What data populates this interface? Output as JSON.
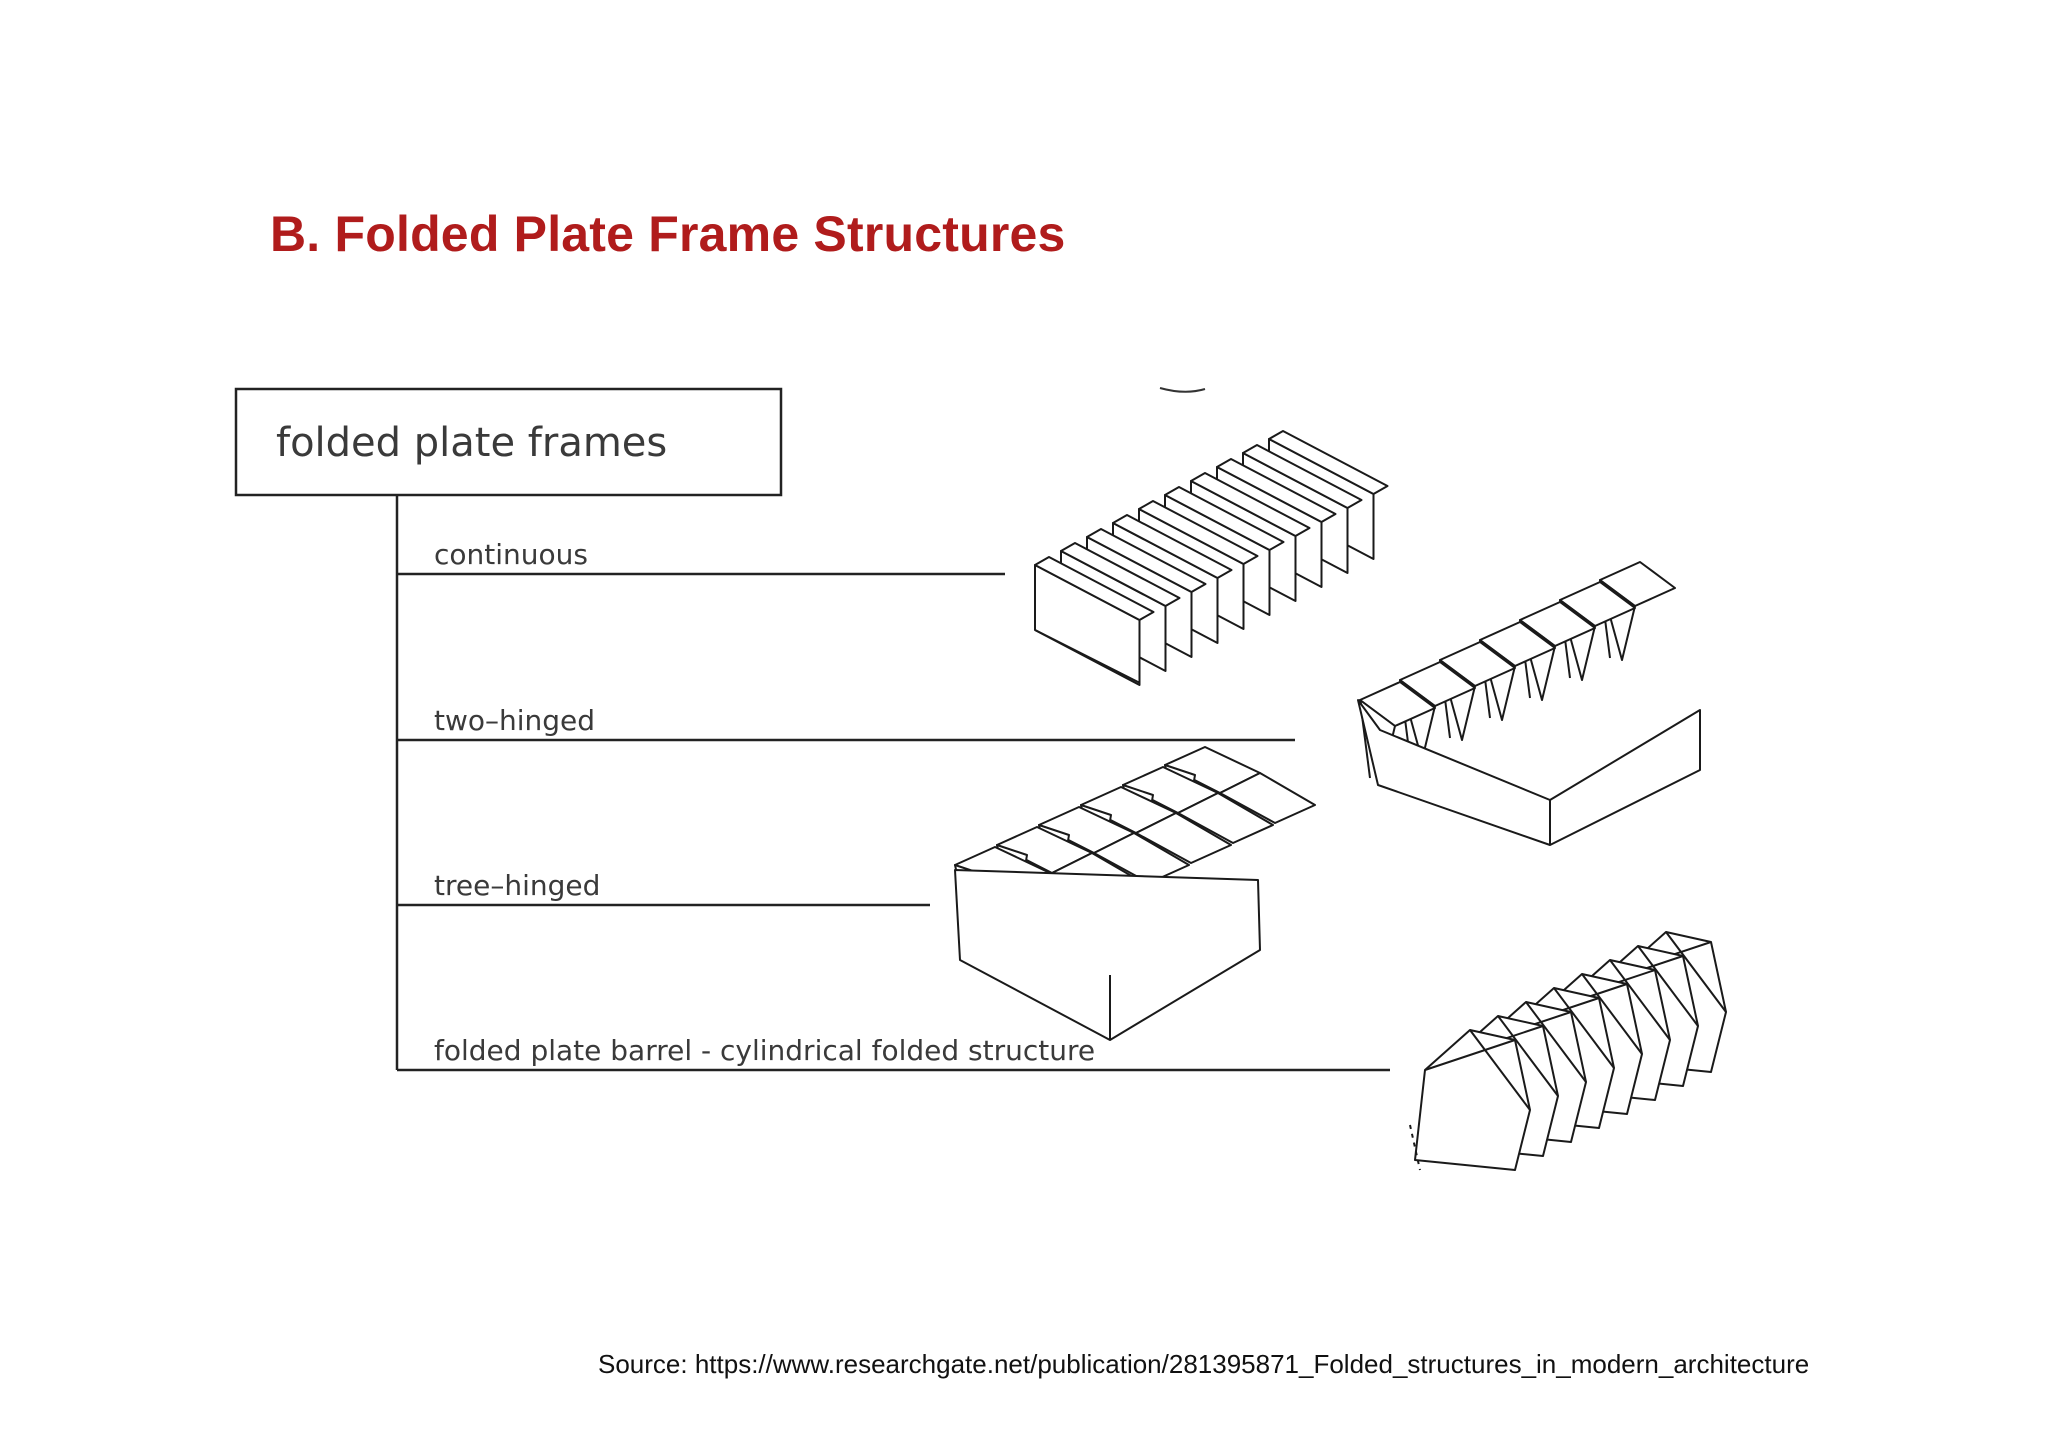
{
  "title": "B. Folded Plate Frame Structures",
  "colors": {
    "title": "#b01c1c",
    "line": "#222222"
  },
  "diagram": {
    "root": "folded plate frames",
    "branches": [
      {
        "label": "continuous",
        "illustration": "continuous-folded-frame"
      },
      {
        "label": "two–hinged",
        "illustration": "two-hinged-folded-frame"
      },
      {
        "label": "tree–hinged",
        "illustration": "three-hinged-folded-frame"
      },
      {
        "label": "folded plate barrel - cylindrical folded structure",
        "illustration": "barrel-folded-structure"
      }
    ]
  },
  "source": "Source: https://www.researchgate.net/publication/281395871_Folded_structures_in_modern_architecture"
}
